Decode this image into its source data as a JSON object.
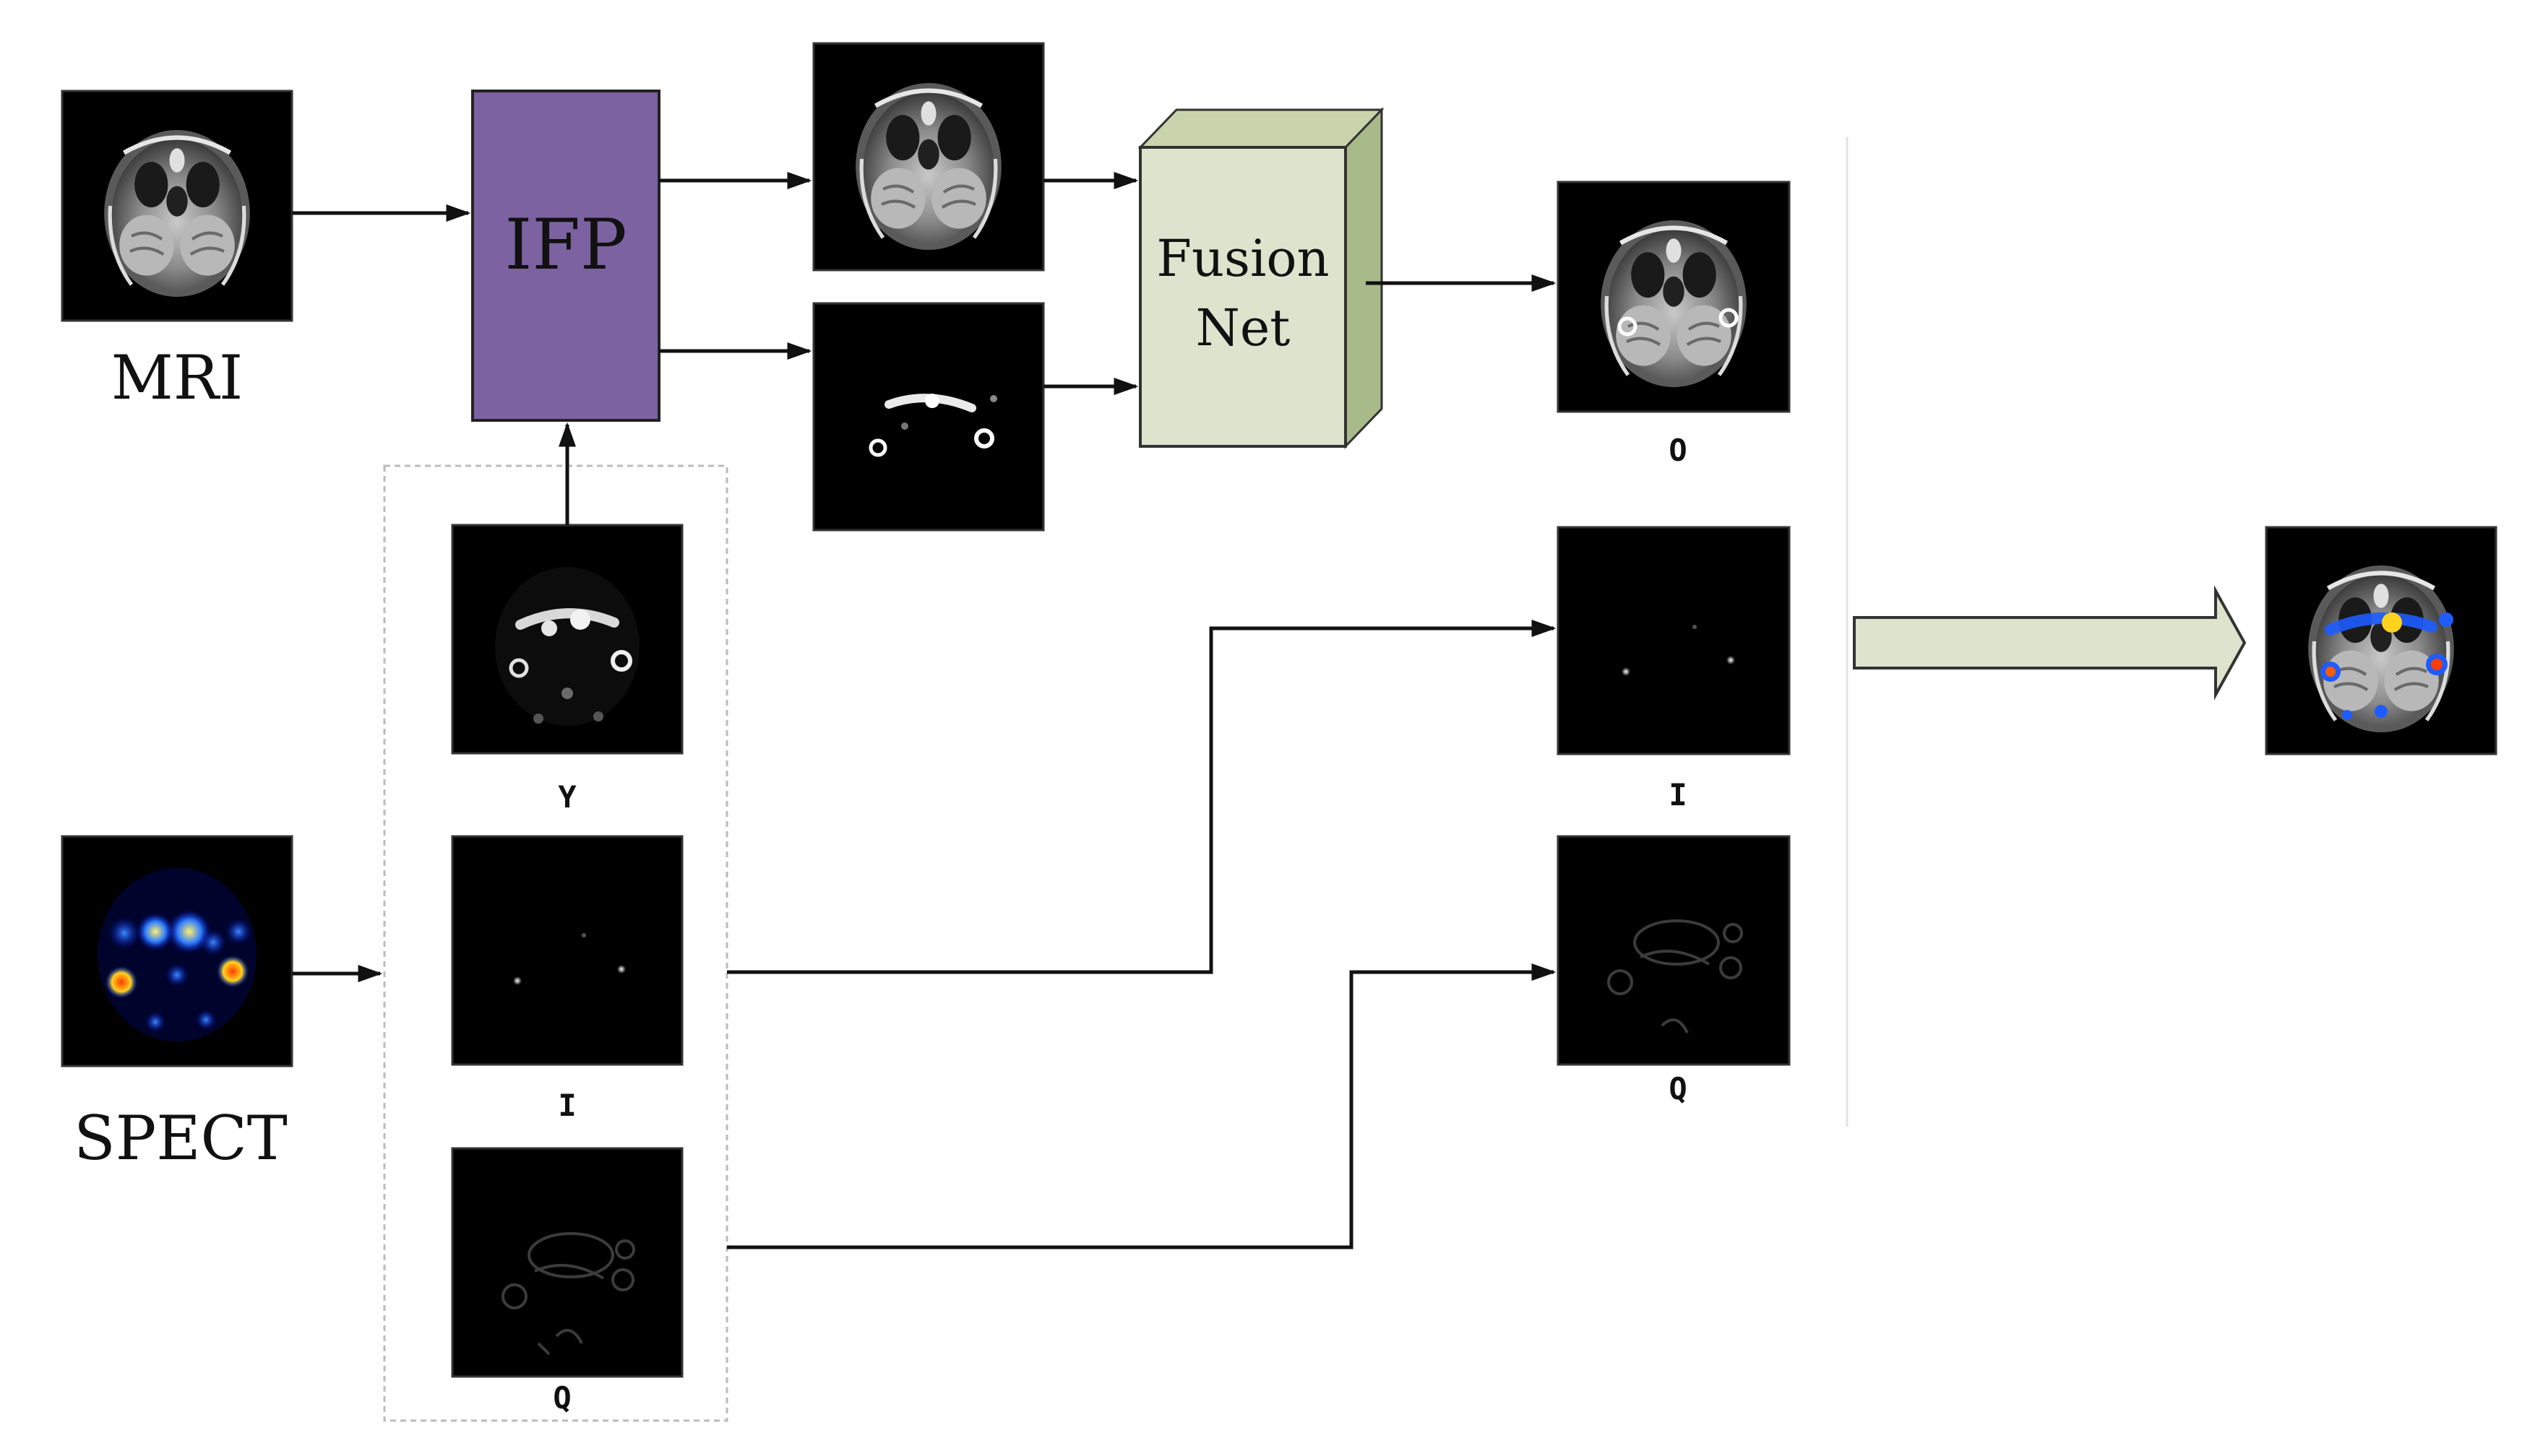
{
  "inputs": {
    "mri_label": "MRI",
    "spect_label": "SPECT"
  },
  "ifp_block": {
    "label": "IFP",
    "fill": "#7d62a2"
  },
  "fusion_block": {
    "line1": "Fusion",
    "line2": "Net",
    "fill": "#dde3cd"
  },
  "channels": {
    "y_label": "Y",
    "i_label": "I",
    "q_label": "Q"
  },
  "outputs": {
    "o_label": "O",
    "i_label": "I",
    "q_label": "Q"
  },
  "big_arrow_fill": "#dde3cd",
  "spect_colormap": [
    "#0010c8",
    "#1e5cff",
    "#ffd21e",
    "#ff5a00"
  ]
}
